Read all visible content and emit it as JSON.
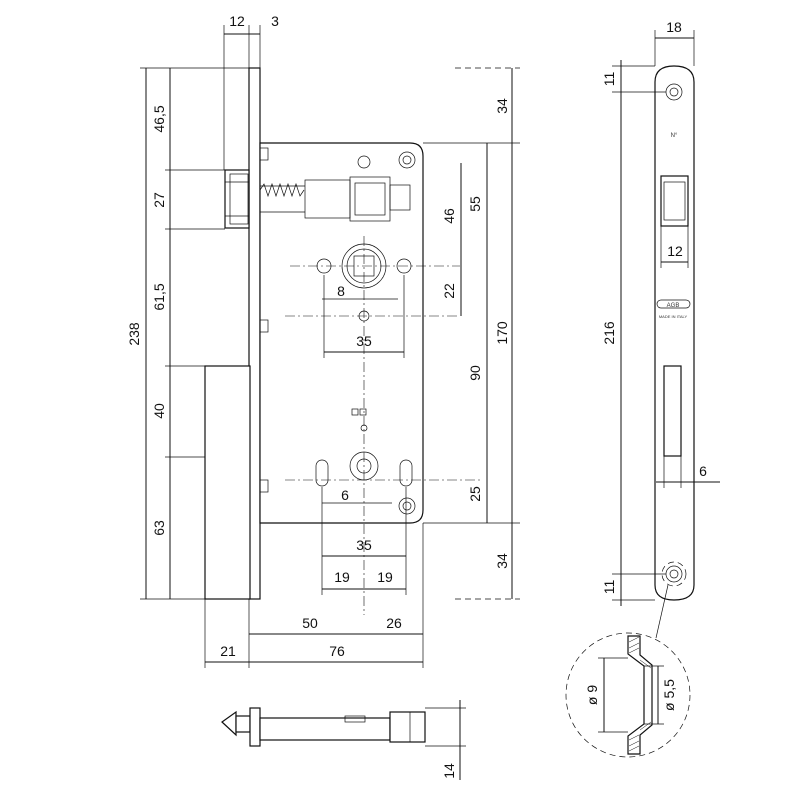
{
  "dimensions": {
    "front_width": "12",
    "faceplate_thickness": "3",
    "total_height": "238",
    "top_to_latch": "46,5",
    "latch_height": "27",
    "latch_to_bolt": "61,5",
    "bolt_height": "40",
    "bolt_to_bottom": "63",
    "top_offset": "34",
    "bottom_offset": "34",
    "latch_to_handle": "46",
    "case_top_to_handle": "55",
    "handle_to_axis": "22",
    "handle_axis_distance": "90",
    "case_height": "170",
    "key_to_case_bottom": "25",
    "spindle_size": "8",
    "handle_hole_spacing": "35",
    "key_pin_offset": "6",
    "key_hole_spacing": "35",
    "key_left": "19",
    "key_right": "19",
    "backset": "50",
    "case_rear": "26",
    "faceplate_overhang": "21",
    "case_depth": "76",
    "side_width": "18",
    "side_top": "11",
    "side_height": "216",
    "side_bottom": "11",
    "latch_width": "12",
    "bolt_slot_width": "6",
    "hole_outer": "ø 9",
    "hole_inner": "ø 5,5",
    "bottom_depth": "14"
  },
  "labels": {
    "brand_mark": "AGB",
    "made_in": "MADE IN ITALY",
    "serial": "N°"
  }
}
